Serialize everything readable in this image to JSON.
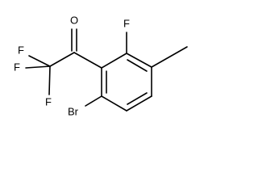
{
  "structure": {
    "atoms": {
      "oxygen": "O",
      "fluorine_ring": "F",
      "fluorine_cf3_top": "F",
      "fluorine_cf3_left": "F",
      "fluorine_cf3_bottom": "F",
      "bromine": "Br"
    }
  }
}
